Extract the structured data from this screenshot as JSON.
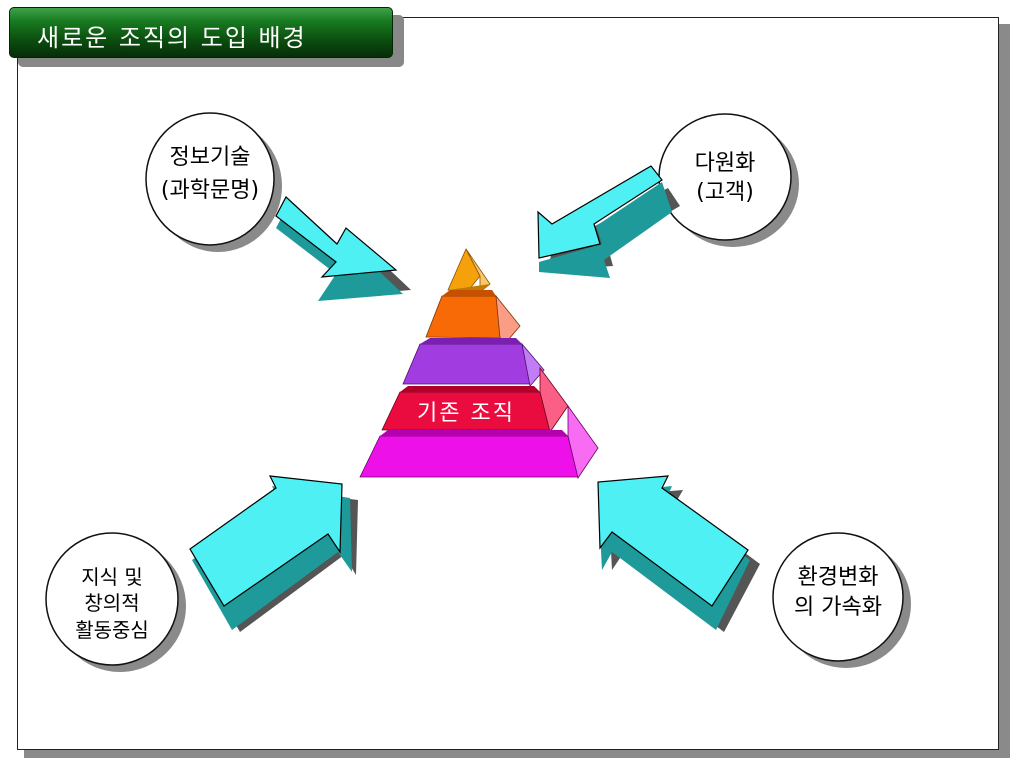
{
  "title": "새로운 조직의 도입  배경",
  "center_label": "기존 조직",
  "factors": [
    {
      "lines": [
        "정보기술",
        "(과학문명)"
      ]
    },
    {
      "lines": [
        "다원화",
        "(고객)"
      ]
    },
    {
      "lines": [
        "지식 및",
        "창의적",
        "활동중심"
      ]
    },
    {
      "lines": [
        "환경변화",
        "의 가속화"
      ]
    }
  ],
  "colors": {
    "arrow": "#4ff0f4",
    "arrow_side": "#1f9a9a",
    "pyramid_layers": [
      "#f5a10b",
      "#f76a06",
      "#a13de0",
      "#ea0c3f",
      "#ee10e8"
    ]
  }
}
